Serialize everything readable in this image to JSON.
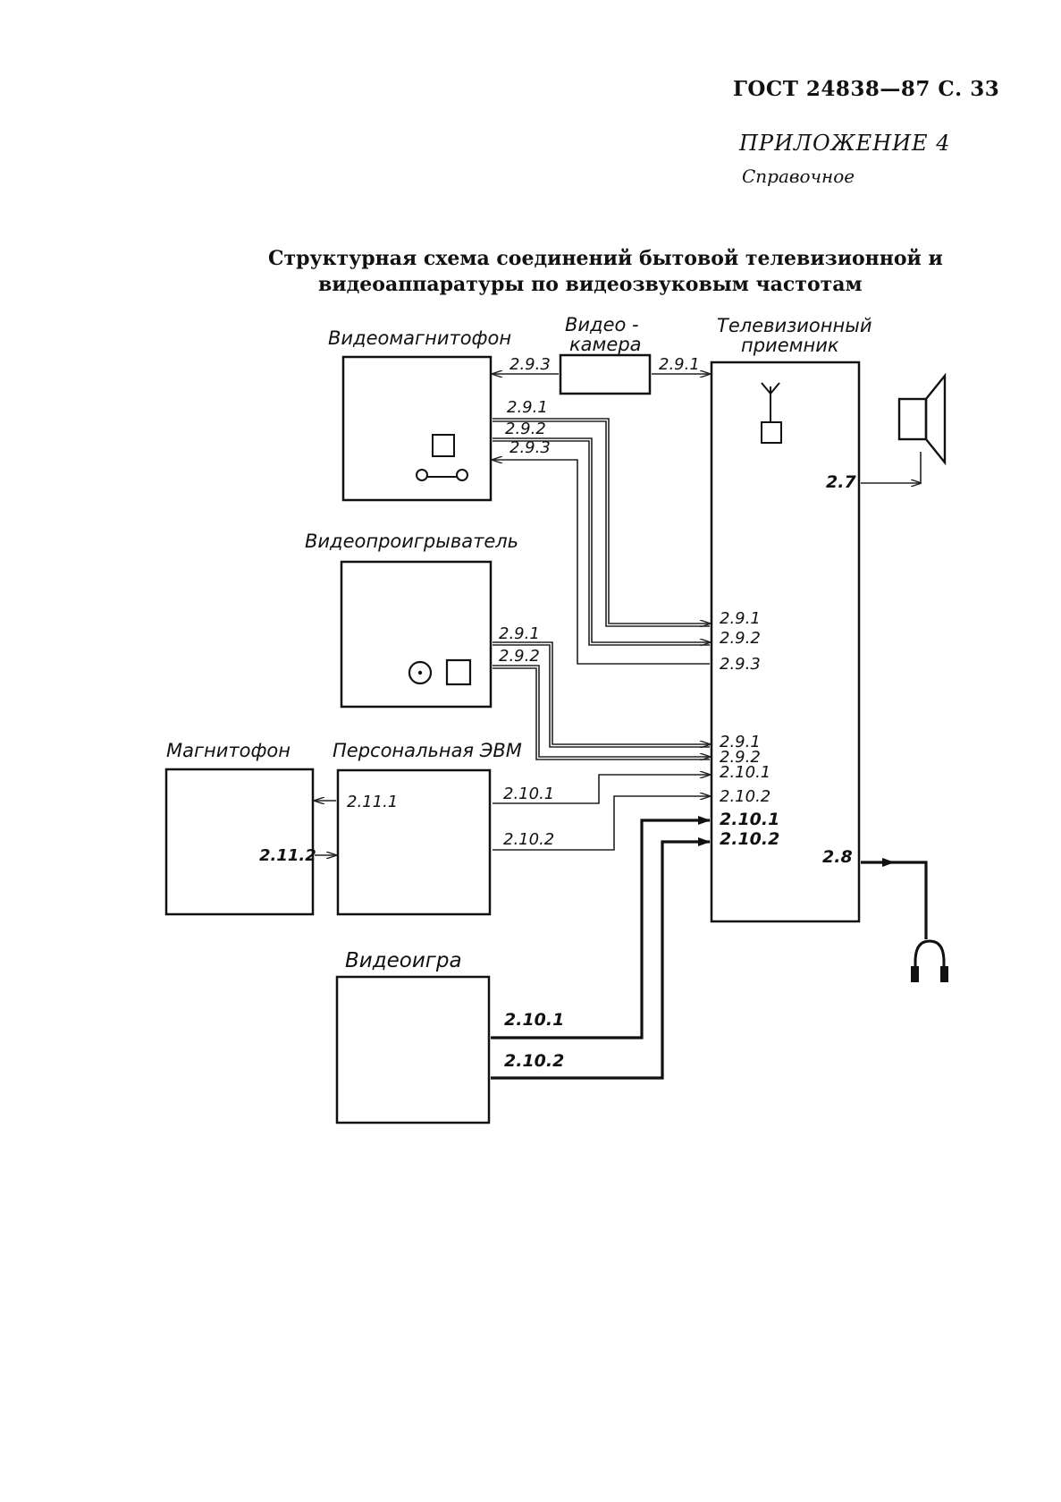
{
  "header": {
    "doc_code": "ГОСТ 24838—87 С. 33",
    "appendix": "ПРИЛОЖЕНИЕ 4",
    "reference": "Справочное"
  },
  "title": {
    "line1": "Структурная схема соединений бытовой телевизионной и",
    "line2": "видеоаппаратуры по видеозвуковым частотам"
  },
  "devices": {
    "vcr": "Видеомагнитофон",
    "camera_l1": "Видео -",
    "camera_l2": "камера",
    "tv_l1": "Телевизионный",
    "tv_l2": "приемник",
    "player": "Видеопроигрыватель",
    "recorder": "Магнитофон",
    "pc": "Персональная ЭВМ",
    "game": "Видеоигра"
  },
  "pins": {
    "vcr_cam": "2.9.3",
    "cam_tv": "2.9.1",
    "vcr_1": "2.9.1",
    "vcr_2": "2.9.2",
    "vcr_3": "2.9.3",
    "tv_27": "2.7",
    "tv_28": "2.8",
    "tv_a1": "2.9.1",
    "tv_a2": "2.9.2",
    "tv_a3": "2.9.3",
    "pl_1": "2.9.1",
    "pl_2": "2.9.2",
    "tv_b1": "2.9.1",
    "tv_b2": "2.9.2",
    "tv_c1": "2.10.1",
    "tv_c2": "2.10.2",
    "tv_d1": "2.10.1",
    "tv_d2": "2.10.2",
    "pc_out1": "2.10.1",
    "pc_out2": "2.10.2",
    "pc_rec": "2.11.1",
    "rec_pc": "2.11.2",
    "game_1": "2.10.1",
    "game_2": "2.10.2"
  }
}
